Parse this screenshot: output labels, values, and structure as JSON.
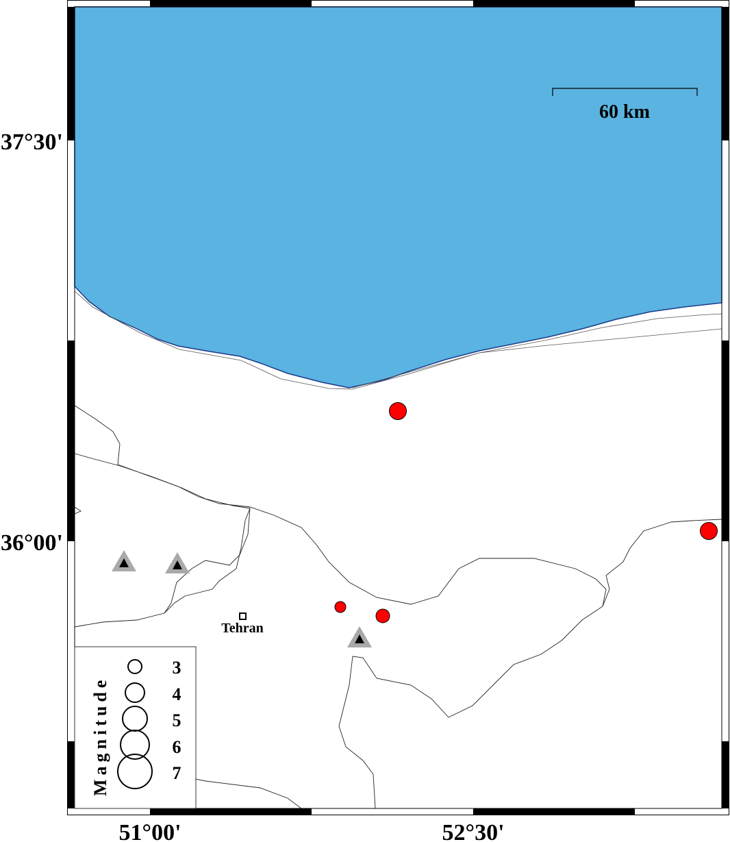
{
  "map": {
    "colors": {
      "sea": "#5AB3E0",
      "coast": "#1a3a8a",
      "event": "#FF0000",
      "station_outer": "#A9A9A9",
      "station_inner": "#000000"
    },
    "axes": {
      "left_labels": [
        "37°30'",
        "36°00'"
      ],
      "bottom_labels": [
        "51°00'",
        "52°30'"
      ]
    },
    "scale_bar": {
      "label": "60 km"
    },
    "city": {
      "name": "Tehran"
    },
    "legend": {
      "title": "Magnitude",
      "entries": [
        "3",
        "4",
        "5",
        "6",
        "7"
      ]
    }
  }
}
